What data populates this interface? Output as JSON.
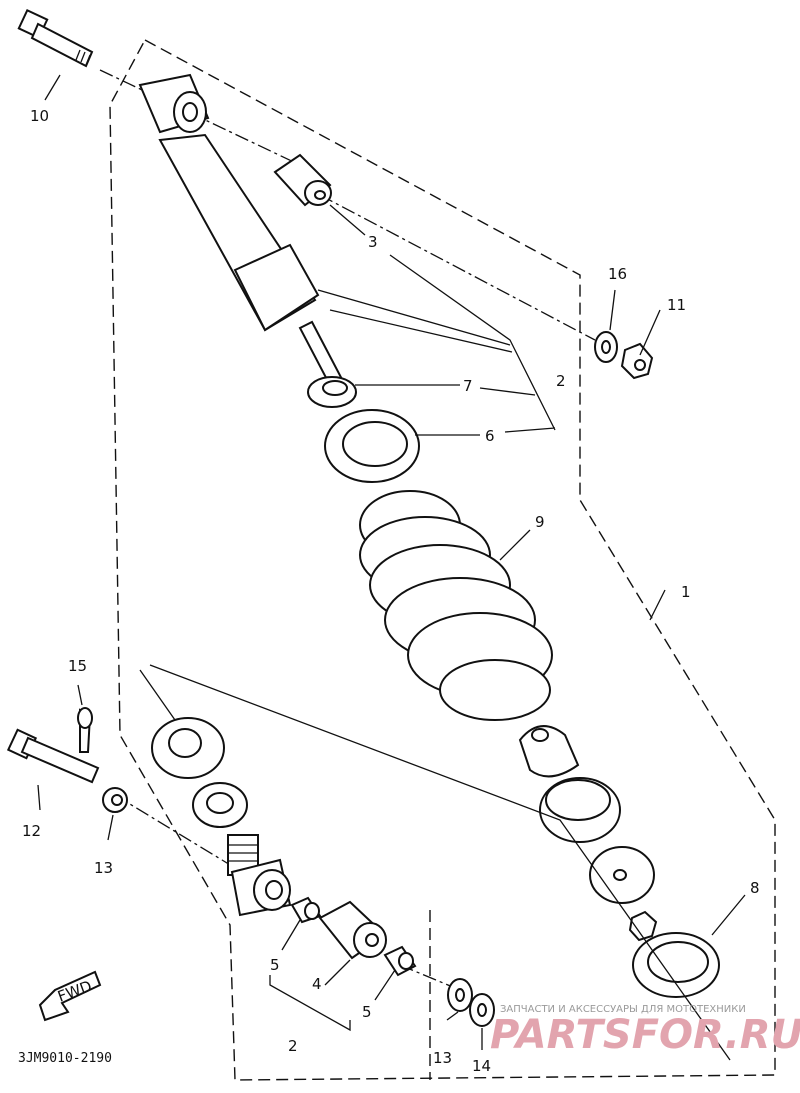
{
  "diagram": {
    "code": "3JM9010-2190",
    "fwd_label": "FWD",
    "watermark_text": "ЗАПЧАСТИ И АКСЕССУАРЫ ДЛЯ МОТОТЕХНИКИ",
    "watermark_brand": "PARTSFOR.RU",
    "callouts": [
      {
        "id": "c10",
        "text": "10"
      },
      {
        "id": "c3",
        "text": "3"
      },
      {
        "id": "c16",
        "text": "16"
      },
      {
        "id": "c11",
        "text": "11"
      },
      {
        "id": "c7",
        "text": "7"
      },
      {
        "id": "c2a",
        "text": "2"
      },
      {
        "id": "c6",
        "text": "6"
      },
      {
        "id": "c9",
        "text": "9"
      },
      {
        "id": "c1",
        "text": "1"
      },
      {
        "id": "c15",
        "text": "15"
      },
      {
        "id": "c12",
        "text": "12"
      },
      {
        "id": "c13a",
        "text": "13"
      },
      {
        "id": "c8",
        "text": "8"
      },
      {
        "id": "c5a",
        "text": "5"
      },
      {
        "id": "c4",
        "text": "4"
      },
      {
        "id": "c5b",
        "text": "5"
      },
      {
        "id": "c2b",
        "text": "2"
      },
      {
        "id": "c13b",
        "text": "13"
      },
      {
        "id": "c14",
        "text": "14"
      }
    ]
  }
}
